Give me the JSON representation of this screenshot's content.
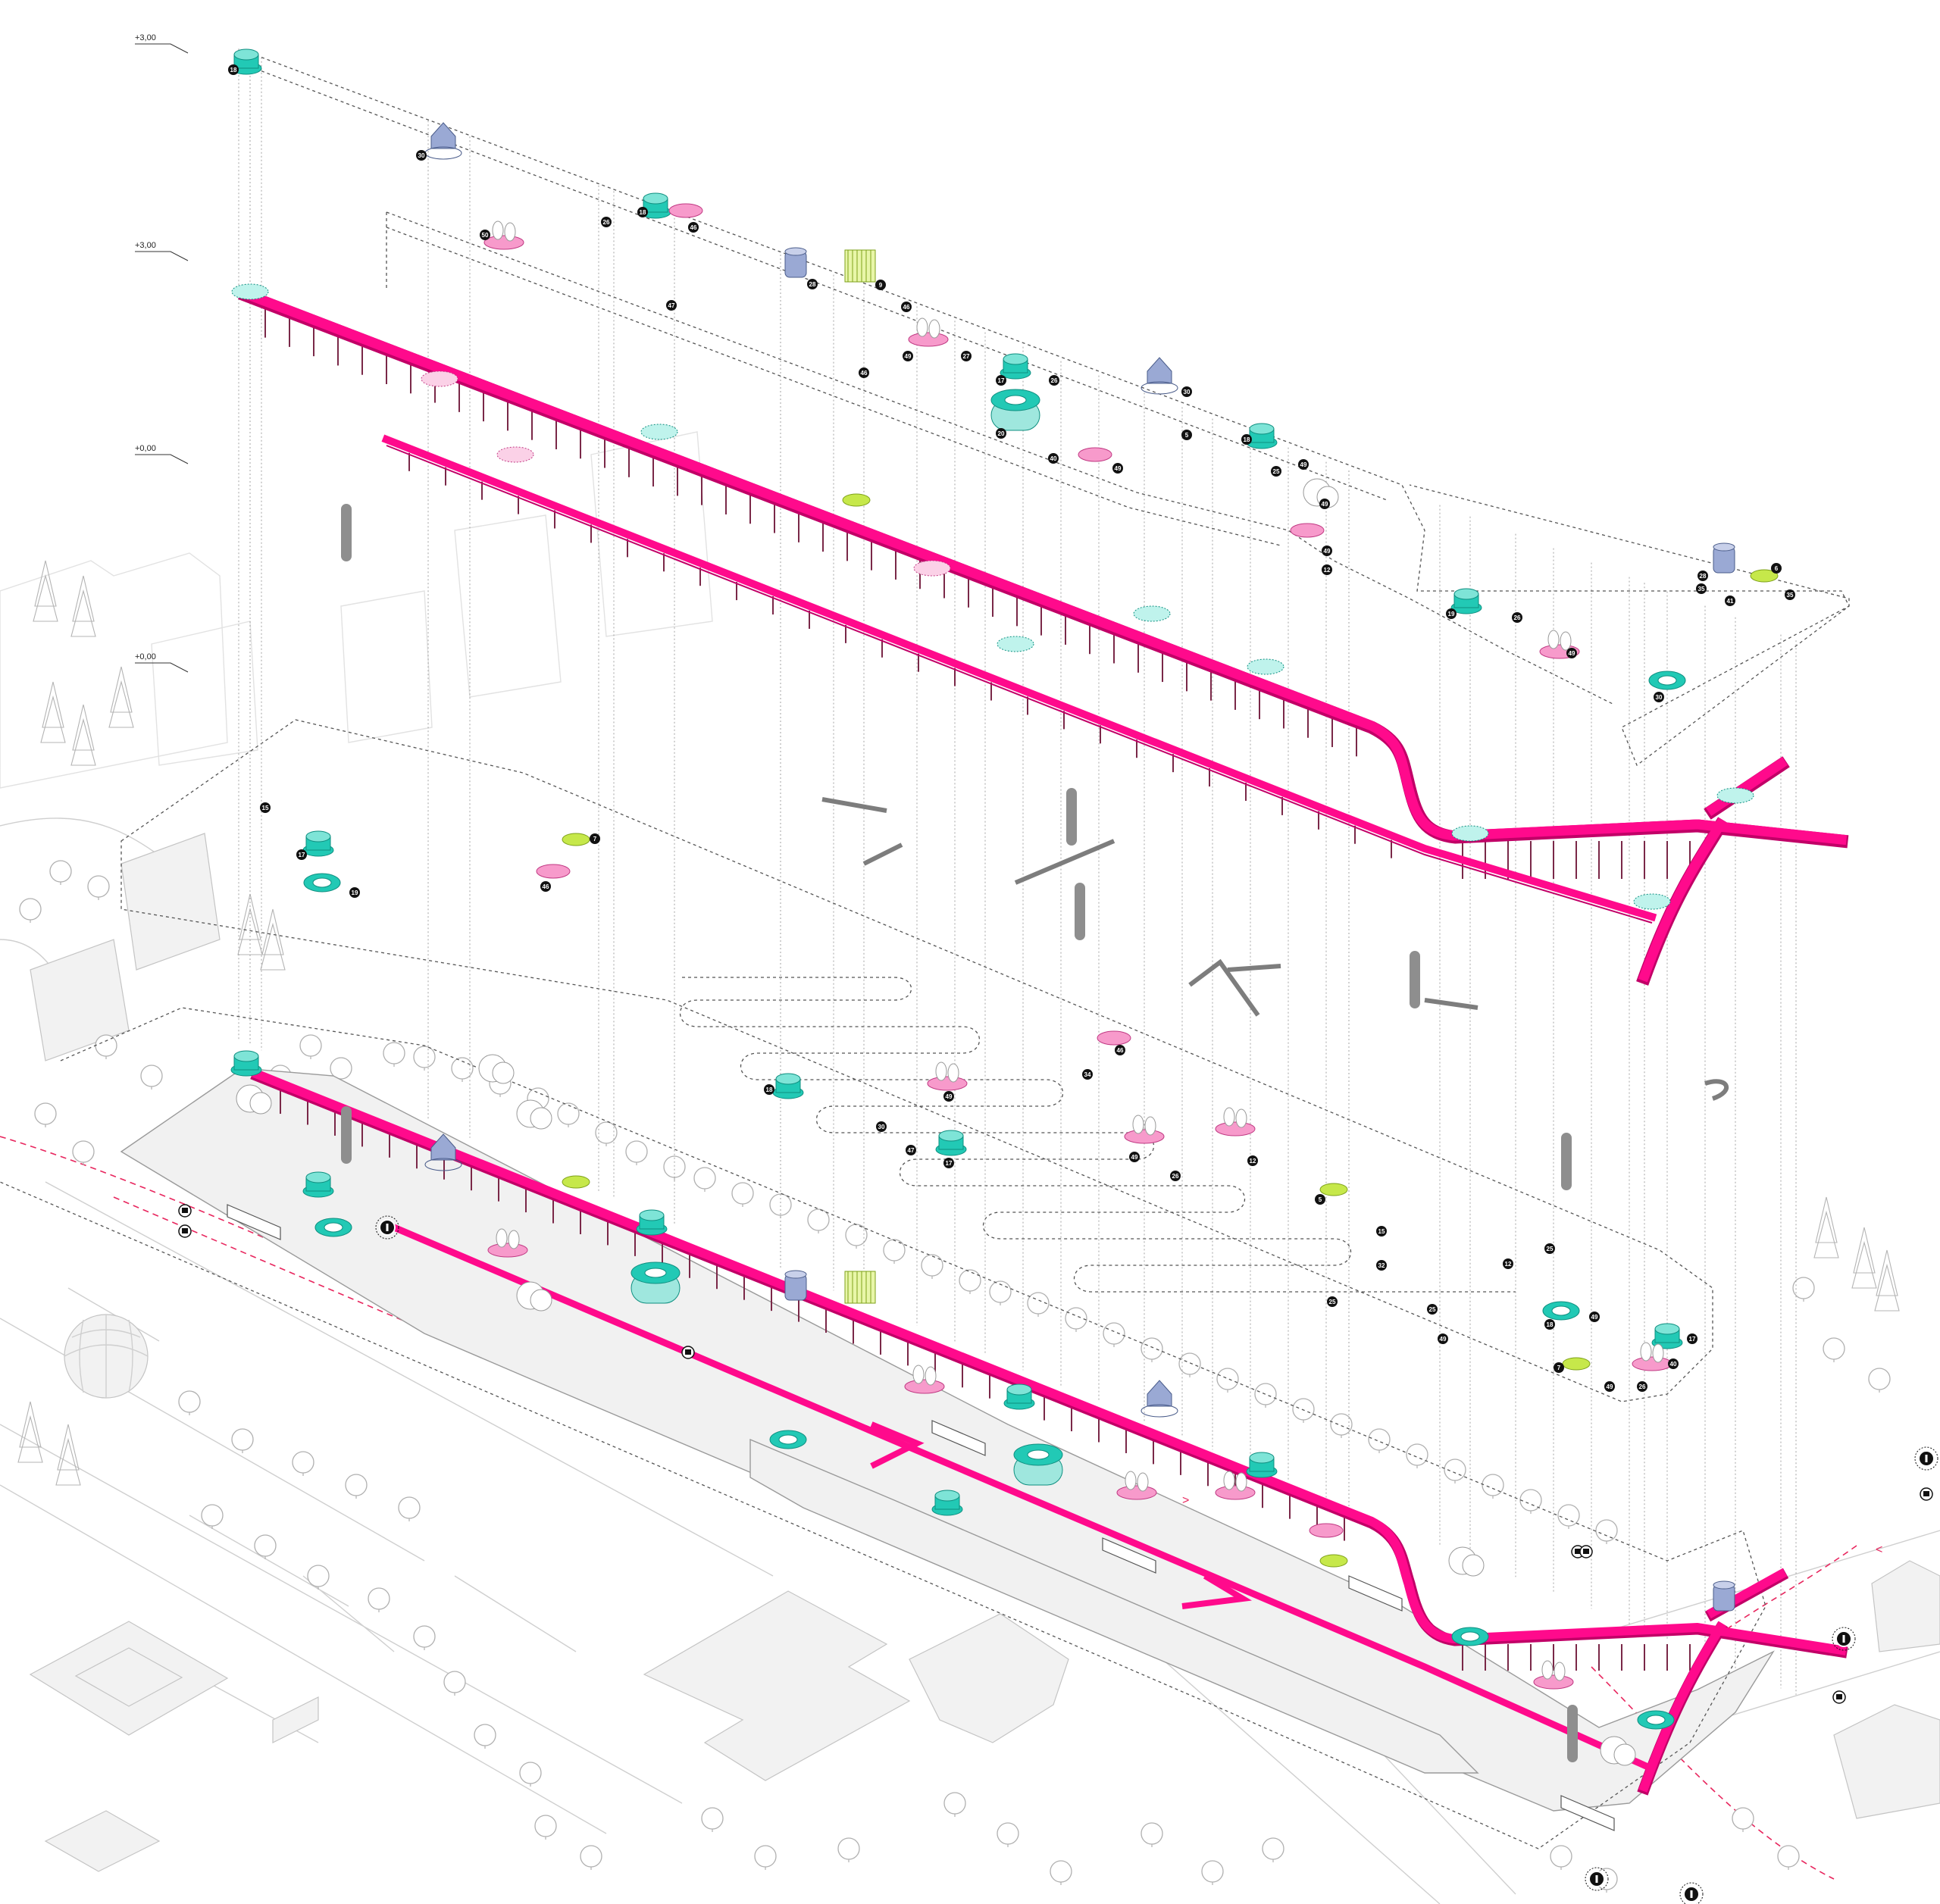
{
  "colors": {
    "walkway": "#ff0a8c",
    "walkway_edge": "#c10067",
    "teal": "#22c9b5",
    "pink": "#f79acb",
    "lavender": "#9aa9d4",
    "lime": "#c6e84a",
    "route_dashed": "#e8265e"
  },
  "levels": [
    {
      "label": "+3,00"
    },
    {
      "label": "+3,00"
    },
    {
      "label": "+0,00"
    },
    {
      "label": "+0,00"
    }
  ],
  "markers": [
    {
      "n": "18"
    },
    {
      "n": "30"
    },
    {
      "n": "50"
    },
    {
      "n": "26"
    },
    {
      "n": "18"
    },
    {
      "n": "46"
    },
    {
      "n": "28"
    },
    {
      "n": "9"
    },
    {
      "n": "47"
    },
    {
      "n": "46"
    },
    {
      "n": "49"
    },
    {
      "n": "27"
    },
    {
      "n": "46"
    },
    {
      "n": "17"
    },
    {
      "n": "26"
    },
    {
      "n": "30"
    },
    {
      "n": "20"
    },
    {
      "n": "40"
    },
    {
      "n": "5"
    },
    {
      "n": "49"
    },
    {
      "n": "18"
    },
    {
      "n": "25"
    },
    {
      "n": "49"
    },
    {
      "n": "49"
    },
    {
      "n": "49"
    },
    {
      "n": "12"
    },
    {
      "n": "19"
    },
    {
      "n": "26"
    },
    {
      "n": "49"
    },
    {
      "n": "30"
    },
    {
      "n": "28"
    },
    {
      "n": "35"
    },
    {
      "n": "41"
    },
    {
      "n": "6"
    },
    {
      "n": "35"
    },
    {
      "n": "15"
    },
    {
      "n": "17"
    },
    {
      "n": "19"
    },
    {
      "n": "46"
    },
    {
      "n": "7"
    },
    {
      "n": "46"
    },
    {
      "n": "18"
    },
    {
      "n": "49"
    },
    {
      "n": "34"
    },
    {
      "n": "30"
    },
    {
      "n": "47"
    },
    {
      "n": "17"
    },
    {
      "n": "49"
    },
    {
      "n": "12"
    },
    {
      "n": "26"
    },
    {
      "n": "5"
    },
    {
      "n": "15"
    },
    {
      "n": "32"
    },
    {
      "n": "12"
    },
    {
      "n": "25"
    },
    {
      "n": "25"
    },
    {
      "n": "25"
    },
    {
      "n": "49"
    },
    {
      "n": "18"
    },
    {
      "n": "49"
    },
    {
      "n": "17"
    },
    {
      "n": "7"
    },
    {
      "n": "40"
    },
    {
      "n": "49"
    },
    {
      "n": "26"
    }
  ]
}
